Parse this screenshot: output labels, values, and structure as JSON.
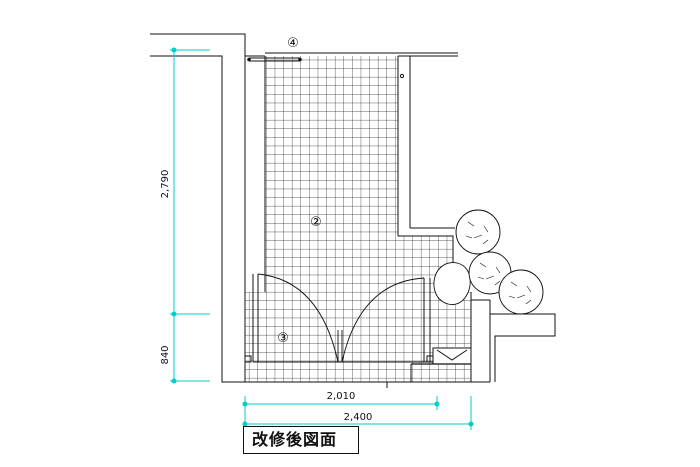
{
  "title": "改修後図面",
  "markers": {
    "m2": "②",
    "m3": "③",
    "m4": "④"
  },
  "dimensions": {
    "height_upper": "2,790",
    "height_lower": "840",
    "width_inner": "2,010",
    "width_outer": "2,400"
  },
  "colors": {
    "dimension_line": "#00cccc",
    "outline": "#111111",
    "tile_grid": "#222222"
  }
}
